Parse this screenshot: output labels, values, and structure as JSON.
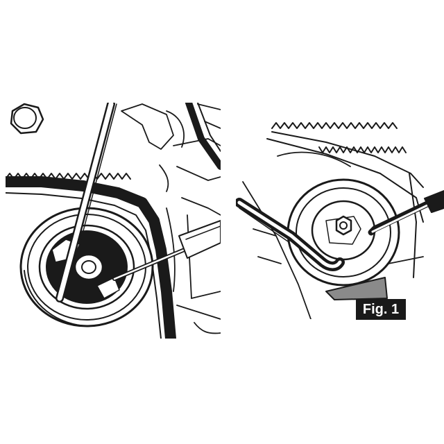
{
  "figure": {
    "label": "Fig. 1",
    "colors": {
      "ink": "#1a1a1a",
      "paper": "#ffffff",
      "shade": "#8a8a8a"
    }
  },
  "panels": [
    {
      "name": "left-illustration",
      "subject": "pulley-with-belt-and-pin-tool"
    },
    {
      "name": "right-illustration",
      "subject": "tensioner-with-hex-key"
    }
  ]
}
